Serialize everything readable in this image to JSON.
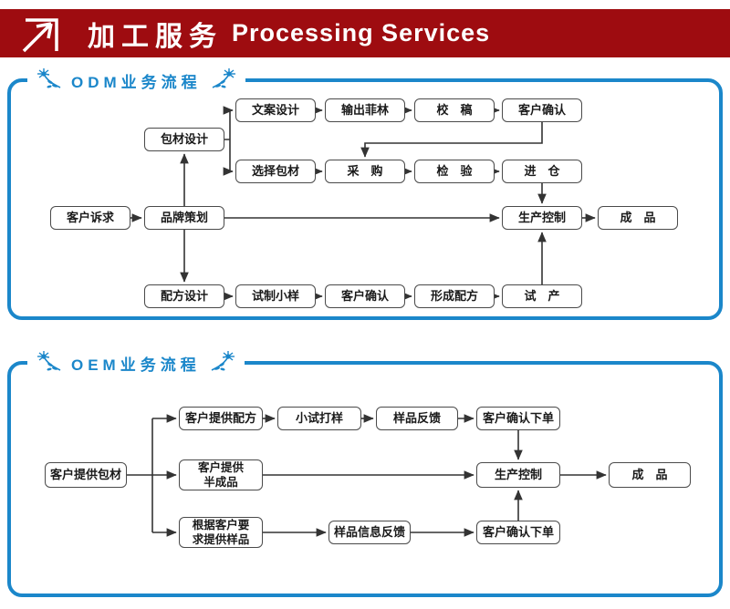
{
  "header": {
    "title_zh": "加工服务",
    "title_en": "Processing Services"
  },
  "odm": {
    "title": "ODM业务流程",
    "nodes": {
      "customer_demand": "客户诉求",
      "brand_planning": "品牌策划",
      "packaging_design": "包材设计",
      "copy_design": "文案设计",
      "film_output": "输出菲林",
      "proofreading": "校　稿",
      "customer_confirm_top": "客户确认",
      "packaging_selection": "选择包材",
      "purchasing": "采　购",
      "inspection": "检　验",
      "warehousing": "进　仓",
      "production_control": "生产控制",
      "finished_product": "成　品",
      "formula_design": "配方设计",
      "sample_trial": "试制小样",
      "customer_confirm_bottom": "客户确认",
      "formula_finalized": "形成配方",
      "trial_production": "试　产"
    }
  },
  "oem": {
    "title": "OEM业务流程",
    "nodes": {
      "customer_packaging": "客户提供包材",
      "customer_formula": "客户提供配方",
      "small_trial": "小试打样",
      "sample_feedback": "样品反馈",
      "order_confirm_top": "客户确认下单",
      "customer_semifinished": "客户提供\n半成品",
      "production_control": "生产控制",
      "finished_product": "成　品",
      "sample_per_request": "根据客户要\n求提供样品",
      "sample_info_feedback": "样品信息反馈",
      "order_confirm_bottom": "客户确认下单"
    }
  },
  "colors": {
    "header_bg": "#9e0c10",
    "panel_border": "#1b87ca",
    "title_text": "#1b87ca",
    "line": "#333333",
    "node_border": "#4a4a4a"
  }
}
